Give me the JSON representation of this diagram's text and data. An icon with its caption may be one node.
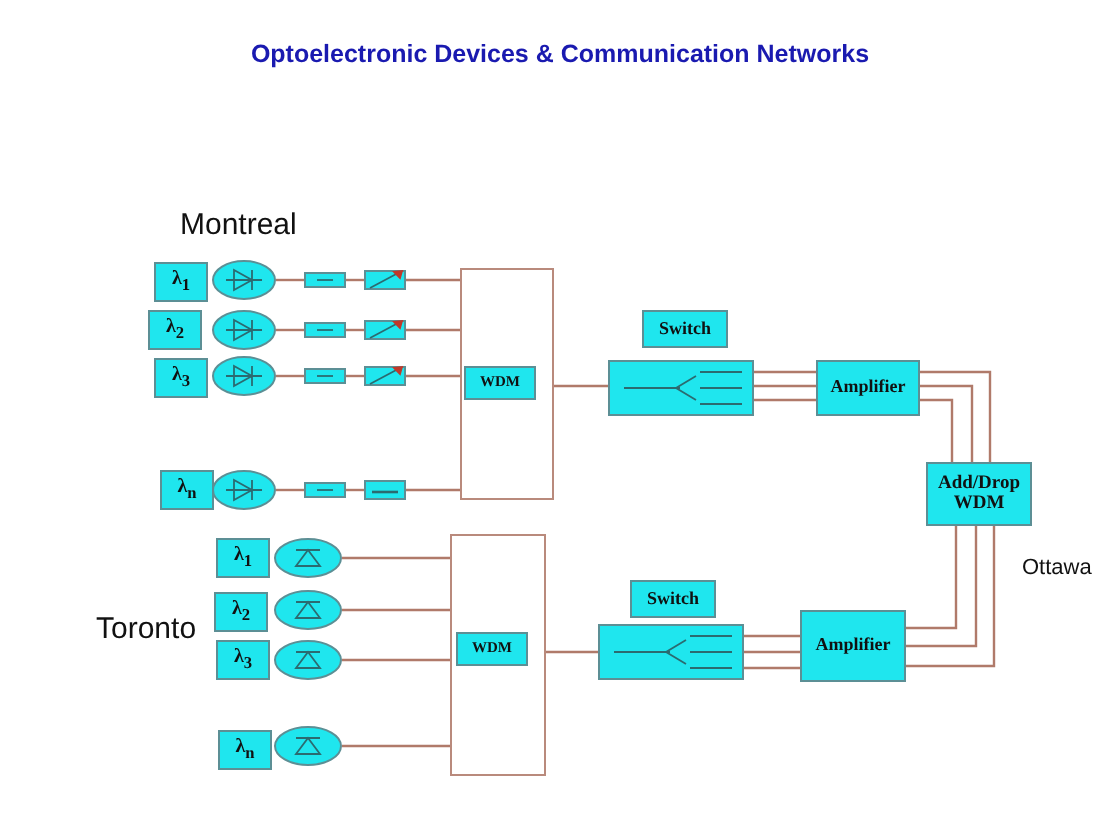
{
  "diagram": {
    "title": "Optoelectronic Devices & Communication Networks",
    "nodes": [
      {
        "text": [
          "λ$_{1}$"
        ]
      },
      {
        "text": [
          "λ$_{2}$"
        ]
      },
      {
        "text": [
          "λ$_{3}$"
        ]
      },
      {
        "text": [
          "λ$_{n}$"
        ]
      },
      {
        "text": [],
        "shape": "ellipse"
      },
      {
        "text": [],
        "shape": "ellipse"
      },
      {
        "text": [],
        "shape": "ellipse"
      },
      {
        "text": [],
        "shape": "ellipse"
      },
      {
        "text": [],
        "shape": "box"
      },
      {
        "text": [],
        "shape": "box"
      },
      {
        "text": [],
        "shape": "box"
      },
      {
        "text": [],
        "shape": "box"
      },
      {
        "text": [],
        "shape": "box"
      },
      {
        "text": [],
        "shape": "box"
      },
      {
        "text": [],
        "shape": "box"
      },
      {
        "text": [],
        "shape": "box"
      },
      {
        "text": [],
        "shape": "box"
      },
      {
        "text": [
          "WDM"
        ],
        "in": 16
      },
      {
        "text": [
          "Switch"
        ]
      },
      {
        "text": [],
        "shape": "box"
      },
      {
        "text": [
          "Amplifier"
        ]
      },
      {
        "text": [
          "Add/Drop WDM"
        ]
      },
      {
        "text": [
          "Amplifier"
        ]
      },
      {
        "text": [
          "Switch"
        ]
      },
      {
        "text": [],
        "shape": "box"
      },
      {
        "text": [],
        "shape": "box"
      },
      {
        "text": [
          "WDM"
        ],
        "in": 25
      },
      {
        "text": [
          "λ$_{1}$"
        ]
      },
      {
        "text": [
          "λ$_{2}$"
        ]
      },
      {
        "text": [
          "λ$_{3}$"
        ]
      },
      {
        "text": [
          "λ$_{n}$"
        ]
      },
      {
        "text": [],
        "shape": "ellipse"
      },
      {
        "text": [],
        "shape": "ellipse"
      },
      {
        "text": [],
        "shape": "ellipse"
      },
      {
        "text": [],
        "shape": "ellipse"
      }
    ],
    "edges": [
      {
        "from": 4,
        "to": 8,
        "arrow": "none"
      },
      {
        "from": 8,
        "to": 12,
        "arrow": "none"
      },
      {
        "from": 12,
        "to": 16,
        "arrow": "none"
      },
      {
        "from": 5,
        "to": 9,
        "arrow": "none"
      },
      {
        "from": 9,
        "to": 13,
        "arrow": "none"
      },
      {
        "from": 13,
        "to": 16,
        "arrow": "none"
      },
      {
        "from": 6,
        "to": 10,
        "arrow": "none"
      },
      {
        "from": 10,
        "to": 14,
        "arrow": "none"
      },
      {
        "from": 14,
        "to": 16,
        "arrow": "none"
      },
      {
        "from": 7,
        "to": 11,
        "arrow": "none"
      },
      {
        "from": 11,
        "to": 15,
        "arrow": "none"
      },
      {
        "from": 15,
        "to": 16,
        "arrow": "none"
      },
      {
        "from": 16,
        "to": 19,
        "arrow": "none"
      },
      {
        "from": 19,
        "to": 20,
        "arrow": "none"
      },
      {
        "from": 19,
        "to": 20,
        "arrow": "none"
      },
      {
        "from": 19,
        "to": 20,
        "arrow": "none"
      },
      {
        "from": 20,
        "to": 21,
        "arrow": "none"
      },
      {
        "from": 20,
        "to": 21,
        "arrow": "none"
      },
      {
        "from": 20,
        "to": 21,
        "arrow": "none"
      },
      {
        "from": 21,
        "to": 22,
        "arrow": "none"
      },
      {
        "from": 21,
        "to": 22,
        "arrow": "none"
      },
      {
        "from": 21,
        "to": 22,
        "arrow": "none"
      },
      {
        "from": 22,
        "to": 24,
        "arrow": "none"
      },
      {
        "from": 22,
        "to": 24,
        "arrow": "none"
      },
      {
        "from": 22,
        "to": 24,
        "arrow": "none"
      },
      {
        "from": 24,
        "to": 25,
        "arrow": "none"
      },
      {
        "from": 25,
        "to": 31,
        "arrow": "none"
      },
      {
        "from": 25,
        "to": 32,
        "arrow": "none"
      },
      {
        "from": 25,
        "to": 33,
        "arrow": "none"
      },
      {
        "from": 25,
        "to": 34,
        "arrow": "none"
      }
    ],
    "labels": [
      "Montreal",
      "Toronto",
      "Ottawa"
    ]
  }
}
